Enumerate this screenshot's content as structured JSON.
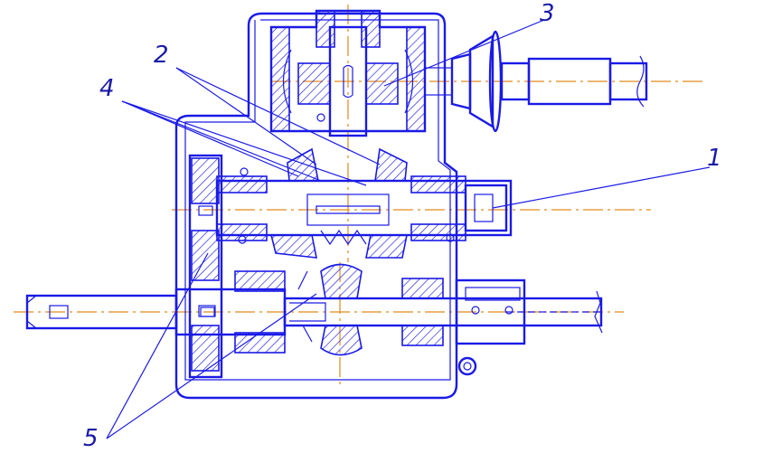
{
  "callouts": {
    "label_1": "1",
    "label_2": "2",
    "label_3": "3",
    "label_4": "4",
    "label_5": "5"
  },
  "colors": {
    "line": "#1a1ae6",
    "axis": "#e08a1e",
    "background": "#ffffff"
  }
}
